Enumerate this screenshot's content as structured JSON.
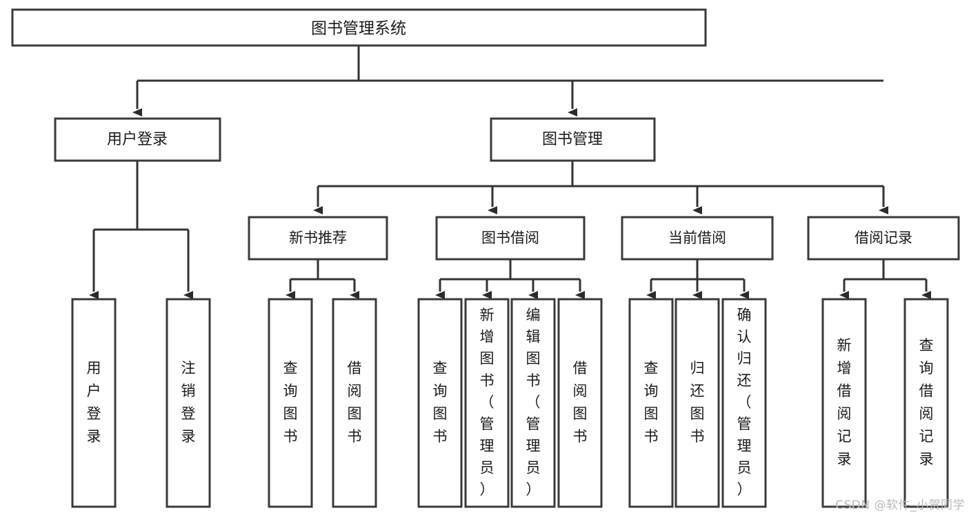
{
  "diagram": {
    "type": "tree",
    "title": "图书管理系统",
    "watermark": "CSDN @软件_小贺同学",
    "colors": {
      "background": "#ffffff",
      "box_stroke": "#3a3a3a",
      "box_fill": "#ffffff",
      "link": "#333333",
      "text": "#1a1a1a",
      "watermark": "#b9b9b9"
    },
    "nodes": {
      "root": {
        "label": "图书管理系统"
      },
      "level1": [
        {
          "id": "user-login",
          "label": "用户登录"
        },
        {
          "id": "book-manage",
          "label": "图书管理"
        }
      ],
      "level2": [
        {
          "id": "new-book-recommend",
          "label": "新书推荐"
        },
        {
          "id": "book-borrow",
          "label": "图书借阅"
        },
        {
          "id": "current-borrow",
          "label": "当前借阅"
        },
        {
          "id": "borrow-record",
          "label": "借阅记录"
        }
      ],
      "leaves": {
        "user-login": [
          {
            "id": "leaf-user-login",
            "label": "用户登录"
          },
          {
            "id": "leaf-user-logout",
            "label": "注销登录"
          }
        ],
        "new-book-recommend": [
          {
            "id": "leaf-query-book-1",
            "label": "查询图书"
          },
          {
            "id": "leaf-borrow-book-1",
            "label": "借阅图书"
          }
        ],
        "book-borrow": [
          {
            "id": "leaf-query-book-2",
            "label": "查询图书"
          },
          {
            "id": "leaf-add-book",
            "label": "新增图书（管理员）"
          },
          {
            "id": "leaf-edit-book",
            "label": "编辑图书（管理员）"
          },
          {
            "id": "leaf-borrow-book-2",
            "label": "借阅图书"
          }
        ],
        "current-borrow": [
          {
            "id": "leaf-query-book-3",
            "label": "查询图书"
          },
          {
            "id": "leaf-return-book",
            "label": "归还图书"
          },
          {
            "id": "leaf-confirm-return",
            "label": "确认归还（管理员）"
          }
        ],
        "borrow-record": [
          {
            "id": "leaf-add-record",
            "label": "新增借阅记录"
          },
          {
            "id": "leaf-query-record",
            "label": "查询借阅记录"
          }
        ]
      }
    }
  }
}
